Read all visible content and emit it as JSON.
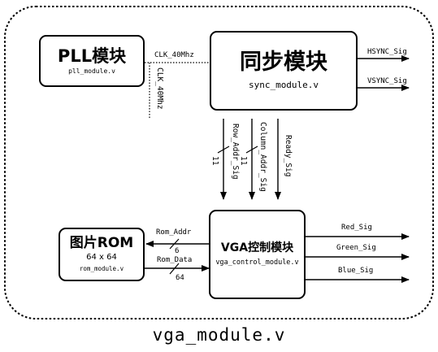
{
  "boxes": {
    "pll": {
      "title": "PLL模块",
      "file": "pll_module.v"
    },
    "sync": {
      "title": "同步模块",
      "file": "sync_module.v"
    },
    "rom": {
      "title": "图片ROM",
      "size": "64 x 64",
      "file": "rom_module.v"
    },
    "vga_ctrl": {
      "title": "VGA控制模块",
      "file": "vga_control_module.v"
    }
  },
  "signals": {
    "clk_horizontal": "CLK_40Mhz",
    "clk_vertical": "CLK_40Mhz",
    "hsync": "HSYNC_Sig",
    "vsync": "VSYNC_Sig",
    "row_addr": "Row_Addr_Sig",
    "row_width": "11",
    "column_addr": "Column_Addr_Sig",
    "column_width": "11",
    "ready": "Ready_Sig",
    "rom_addr": "Rom_Addr",
    "rom_addr_width": "6",
    "rom_data": "Rom_Data",
    "rom_data_width": "64",
    "red": "Red_Sig",
    "green": "Green_Sig",
    "blue": "Blue_Sig"
  },
  "footer": "vga_module.v"
}
